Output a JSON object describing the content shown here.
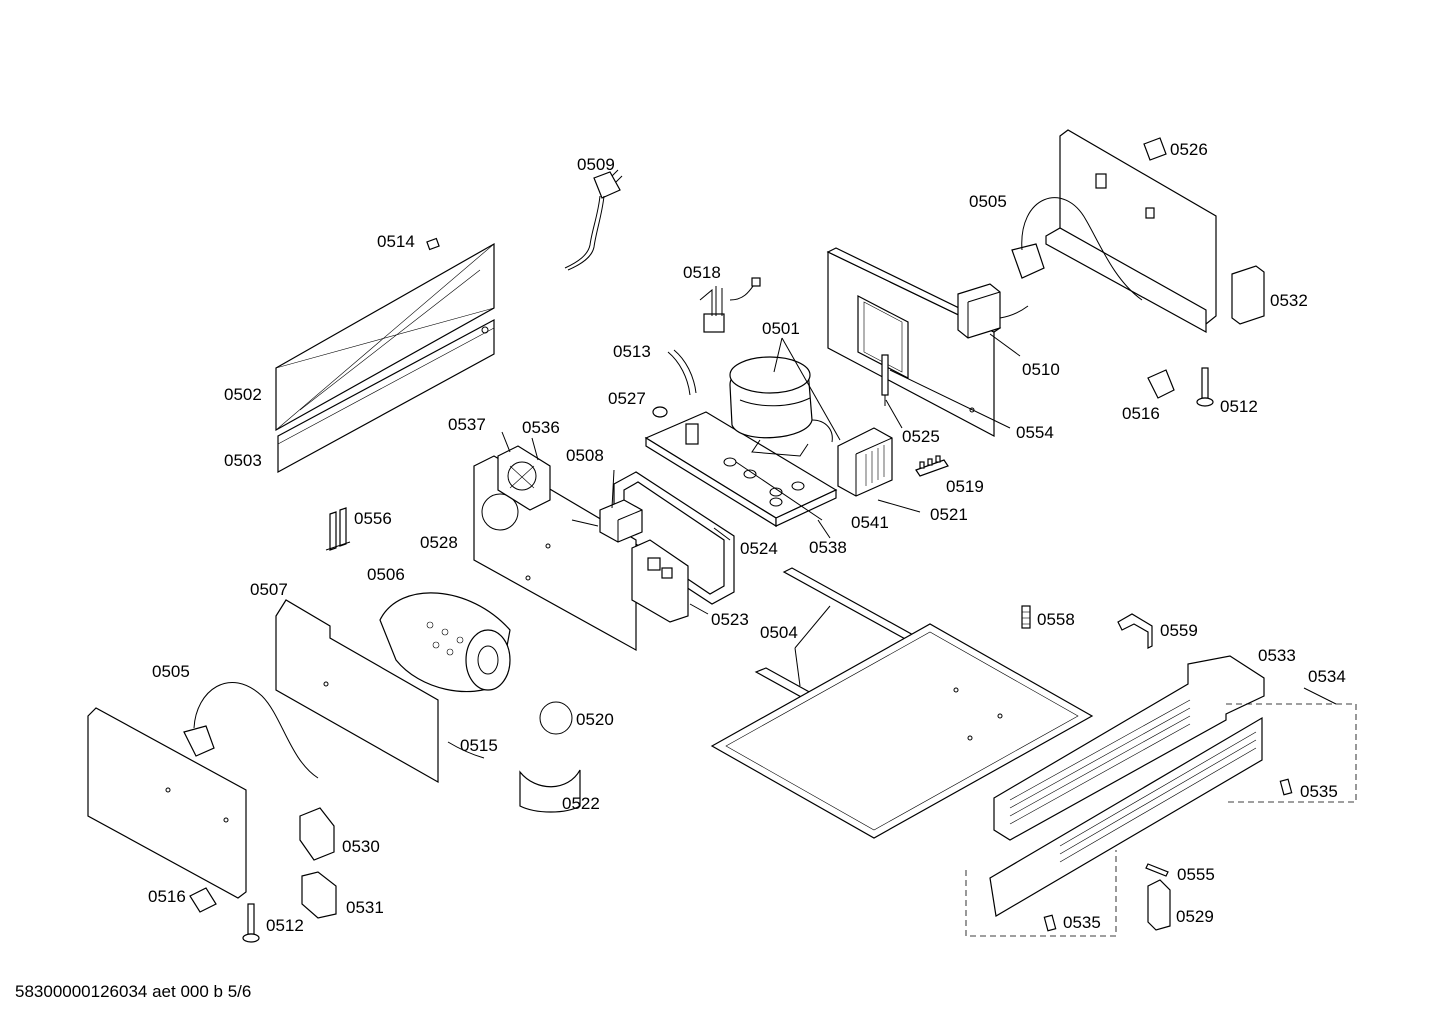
{
  "labels": {
    "p0509": "0509",
    "p0514": "0514",
    "p0518": "0518",
    "p0501": "0501",
    "p0513": "0513",
    "p0527": "0527",
    "p0502": "0502",
    "p0503": "0503",
    "p0537": "0537",
    "p0536": "0536",
    "p0508": "0508",
    "p0528": "0528",
    "p0556": "0556",
    "p0506": "0506",
    "p0507": "0507",
    "p0524": "0524",
    "p0538": "0538",
    "p0541": "0541",
    "p0521": "0521",
    "p0519": "0519",
    "p0525": "0525",
    "p0554": "0554",
    "p0510": "0510",
    "p0505_top": "0505",
    "p0526": "0526",
    "p0532": "0532",
    "p0516_top": "0516",
    "p0512_top": "0512",
    "p0523": "0523",
    "p0504": "0504",
    "p0558": "0558",
    "p0559": "0559",
    "p0533": "0533",
    "p0534": "0534",
    "p0535_r": "0535",
    "p0505_l": "0505",
    "p0520": "0520",
    "p0515": "0515",
    "p0522": "0522",
    "p0530": "0530",
    "p0531": "0531",
    "p0516_l": "0516",
    "p0512_l": "0512",
    "p0555": "0555",
    "p0529": "0529",
    "p0535_b": "0535"
  },
  "footer": "58300000126034 aet 000 b 5/6"
}
